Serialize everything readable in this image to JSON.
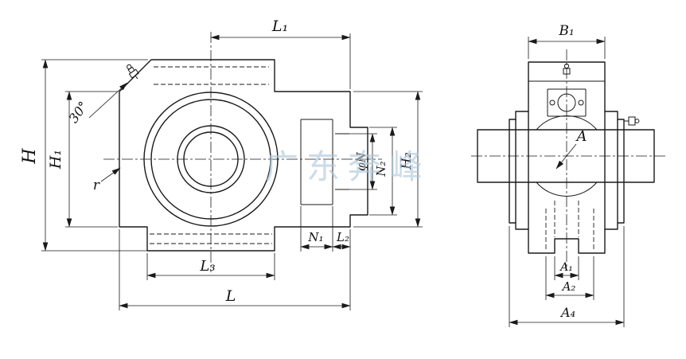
{
  "drawing": {
    "watermark": "广东奔峰",
    "front_view": {
      "L1": "L₁",
      "H": "H",
      "H1": "H₁",
      "angle": "30°",
      "r": "r",
      "L3": "L₃",
      "L": "L",
      "N1": "N₁",
      "L2": "L₂",
      "phiN": "φN",
      "N2": "N₂",
      "H2": "H₂"
    },
    "side_view": {
      "B1": "B₁",
      "A": "A",
      "A1": "A₁",
      "A2": "A₂",
      "A4": "A₄"
    }
  }
}
